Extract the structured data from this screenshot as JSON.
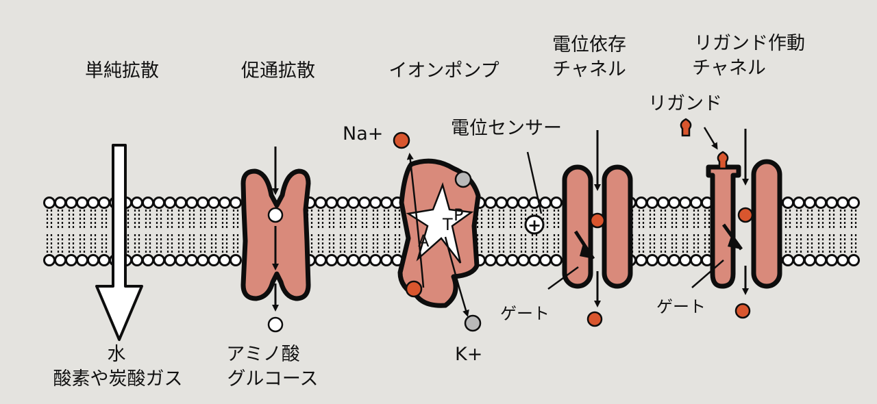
{
  "colors": {
    "background": "#e4e3df",
    "protein": "#d98a7b",
    "ion_na": "#d9562e",
    "ion_k": "#b9b9b9",
    "outline": "#0d0d0d"
  },
  "transport": {
    "simple_diffusion": {
      "title": "単純拡散",
      "substance_1": "水",
      "substance_2": "酸素や炭酸ガス"
    },
    "facilitated_diffusion": {
      "title": "促通拡散",
      "substance_1": "アミノ酸",
      "substance_2": "グルコース"
    },
    "ion_pump": {
      "title": "イオンポンプ",
      "na_label": "Na+",
      "k_label": "K+",
      "atp_1": "A",
      "atp_2": "T",
      "atp_3": "P"
    },
    "voltage_gated": {
      "title_1": "電位依存",
      "title_2": "チャネル",
      "sensor_label": "電位センサー",
      "sensor_symbol": "+",
      "gate_label": "ゲート"
    },
    "ligand_gated": {
      "title_1": "リガンド作動",
      "title_2": "チャネル",
      "ligand_label": "リガンド",
      "gate_label": "ゲート"
    }
  }
}
